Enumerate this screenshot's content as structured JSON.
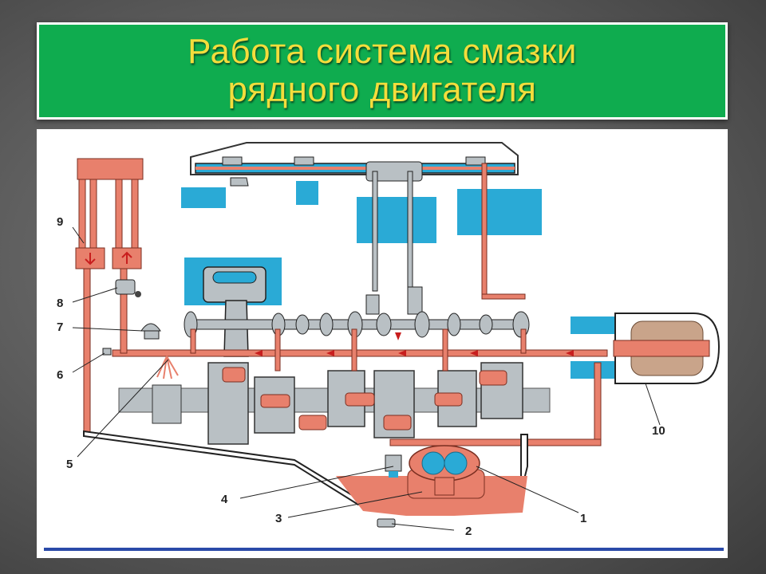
{
  "title": {
    "line1": "Работа система смазки",
    "line2": "рядного двигателя"
  },
  "colors": {
    "title_bg": "#0fac4f",
    "title_text": "#f3dd3c",
    "oil": "#e8806c",
    "metal": "#2aaad6",
    "steel": "#b9c0c4"
  },
  "labels": [
    "1",
    "2",
    "3",
    "4",
    "5",
    "6",
    "7",
    "8",
    "9",
    "10"
  ]
}
